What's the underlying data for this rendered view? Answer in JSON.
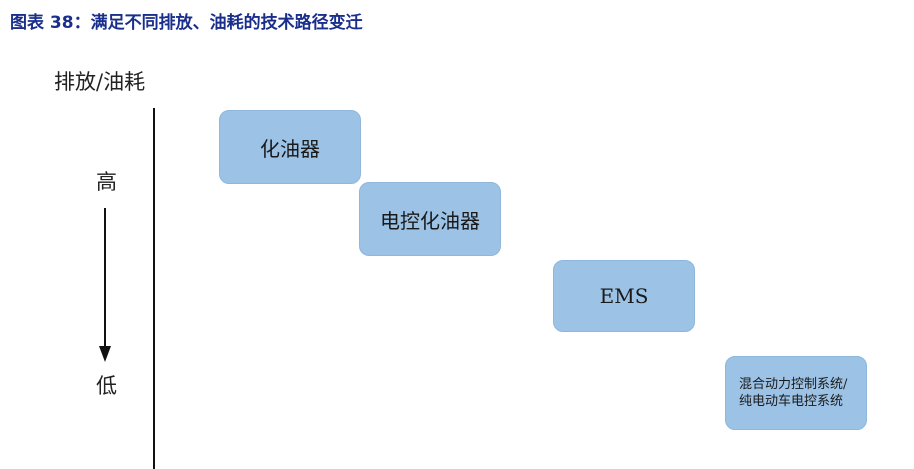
{
  "figure": {
    "title": "图表 38：满足不同排放、油耗的技术路径变迁"
  },
  "axis": {
    "title": "排放/油耗",
    "high_label": "高",
    "low_label": "低"
  },
  "stages": [
    {
      "label": "化油器"
    },
    {
      "label": "电控化油器"
    },
    {
      "label": "EMS"
    },
    {
      "label": "混合动力控制系统/纯电动车电控系统"
    }
  ],
  "colors": {
    "title": "#1a2f8c",
    "box_fill": "#9cc2e5",
    "axis": "#111111"
  }
}
